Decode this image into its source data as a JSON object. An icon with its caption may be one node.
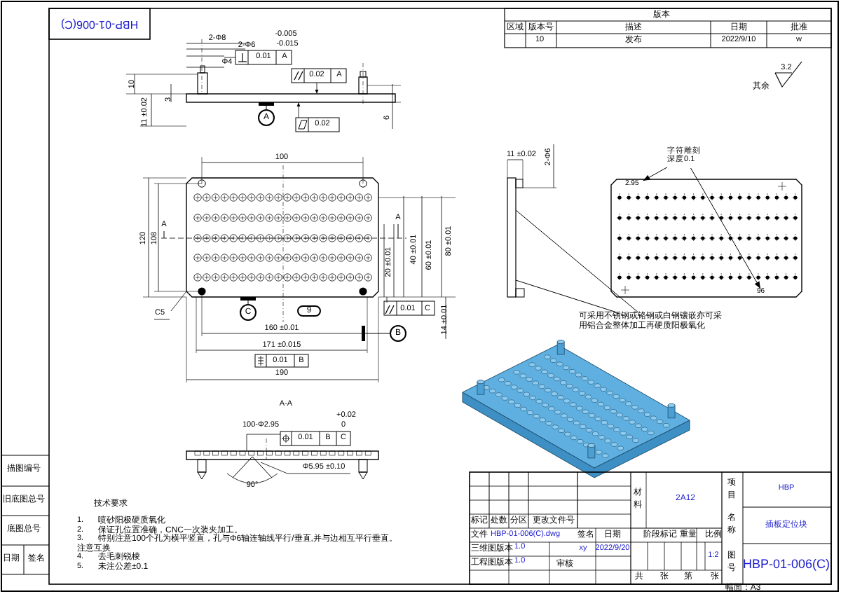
{
  "diagram": {
    "nodes": [
      {
        "text": [
          "A"
        ]
      },
      {
        "text": [
          "C"
        ]
      },
      {
        "text": [
          "B"
        ]
      },
      {
        "text": [
          "字符雕刻深度0.1"
        ]
      },
      {
        "text": [
          "可采用不锈钢或铬钢或白钢镶嵌亦可采用铝合金整体加工再硬质阳极氧化"
        ]
      },
      {
        "text": [
          "9"
        ]
      },
      {
        "text": [
          "2.95"
        ]
      },
      {
        "text": [
          "96"
        ]
      }
    ],
    "edges": [
      {
        "from": 0,
        "to": null,
        "arrow": "other"
      },
      {
        "from": 1,
        "to": null,
        "arrow": "other"
      },
      {
        "from": 2,
        "to": null,
        "arrow": "other"
      },
      {
        "from": 3,
        "to": 6,
        "arrow": "to"
      },
      {
        "from": 3,
        "to": 7,
        "arrow": "to"
      },
      {
        "from": 4,
        "to": null,
        "arrow": "none"
      },
      {
        "from": 4,
        "to": null,
        "arrow": "none"
      }
    ],
    "labels": [
      "HBP-01-006(C)",
      "2-Φ8",
      "2-Φ6",
      "-0.005",
      "-0.015",
      "0.01",
      "A",
      "Φ4",
      "0.02",
      "A",
      "10",
      "3",
      "11 ±0.02",
      "6",
      "0.02",
      "版本",
      "区域",
      "版本号",
      "描述",
      "日期",
      "批准",
      "10",
      "发布",
      "2022/9/10",
      "w",
      "其余",
      "3.2",
      "100",
      "120",
      "108",
      "A",
      "A",
      "20 ±0.01",
      "40 ±0.01",
      "60 ±0.01",
      "80 ±0.01",
      "C5",
      "160 ±0.01",
      "171 ±0.015",
      "0.01",
      "B",
      "190",
      "0.01",
      "C",
      "14 ±0.01",
      "11 ±0.02",
      "2-Φ6",
      "A-A",
      "+0.02",
      "100-Φ2.95",
      "0",
      "0.01",
      "B",
      "C",
      "Φ5.95 ±0.10",
      "90°",
      "描图编号",
      "旧底图总号",
      "底图总号",
      "日期",
      "签名",
      "技术要求",
      "1.",
      "喷砂阳极硬质氧化",
      "2.",
      "保证孔位置准确，CNC一次装夹加工。",
      "3.",
      "特别注意100个孔为横平竖直，孔与Φ6轴连轴线平行/垂直,并与边相互平行垂直。",
      "注意互换",
      "4.",
      "去毛刺锐棱",
      "5.",
      "未注公差±0.1",
      "标记",
      "处数",
      "分区",
      "更改文件号",
      "文件",
      "HBP-01-006(C).dwg",
      "签名",
      "日期",
      "三维图版本",
      "1.0",
      "xy",
      "2022/9/20",
      "工程图版本",
      "1.0",
      "审核",
      "材料",
      "2A12",
      "阶段标记",
      "重量",
      "比例",
      "1:2",
      "共",
      "张",
      "第",
      "张",
      "项目",
      "名称",
      "图号",
      "HBP",
      "插板定位块",
      "HBP-01-006(C)",
      "幅面：A3"
    ]
  }
}
